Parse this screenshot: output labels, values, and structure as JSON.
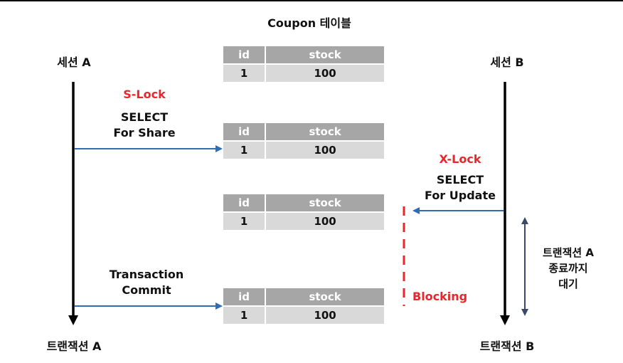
{
  "title": "Coupon 테이블",
  "session_a": {
    "top_label": "세션 A",
    "bottom_label": "트랜잭션 A"
  },
  "session_b": {
    "top_label": "세션 B",
    "bottom_label": "트랜잭션 B"
  },
  "table": {
    "columns": [
      "id",
      "stock"
    ],
    "row": [
      "1",
      "100"
    ]
  },
  "steps": {
    "s_lock": {
      "lock": "S-Lock",
      "line1": "SELECT",
      "line2": "For Share"
    },
    "x_lock": {
      "lock": "X-Lock",
      "line1": "SELECT",
      "line2": "For Update"
    },
    "commit": {
      "line1": "Transaction",
      "line2": "Commit"
    },
    "blocking": "Blocking",
    "wait": {
      "line1": "트랜잭션 A",
      "line2": "종료까지",
      "line3": "대기"
    }
  },
  "colors": {
    "accent_red": "#e8262b",
    "arrow_blue": "#2e6db4",
    "header_gray": "#a6a6a6",
    "cell_gray": "#d9d9d9"
  }
}
